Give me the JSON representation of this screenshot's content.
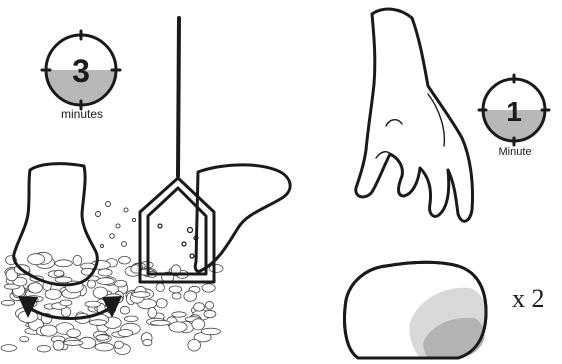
{
  "timer_left": {
    "number": "3",
    "unit": "minutes"
  },
  "timer_right": {
    "number": "1",
    "unit": "Minute"
  },
  "stone_count": "x 2",
  "colors": {
    "line": "#1a1a1a",
    "timer_fill": "#b8b8b8",
    "stone_light": "#d9d9d9",
    "stone_dark": "#b3b3b3"
  },
  "icons": [
    "boot-icon",
    "kick-net-icon",
    "hand-icon",
    "stone-icon",
    "timer-icon",
    "rotate-arrows-icon"
  ]
}
